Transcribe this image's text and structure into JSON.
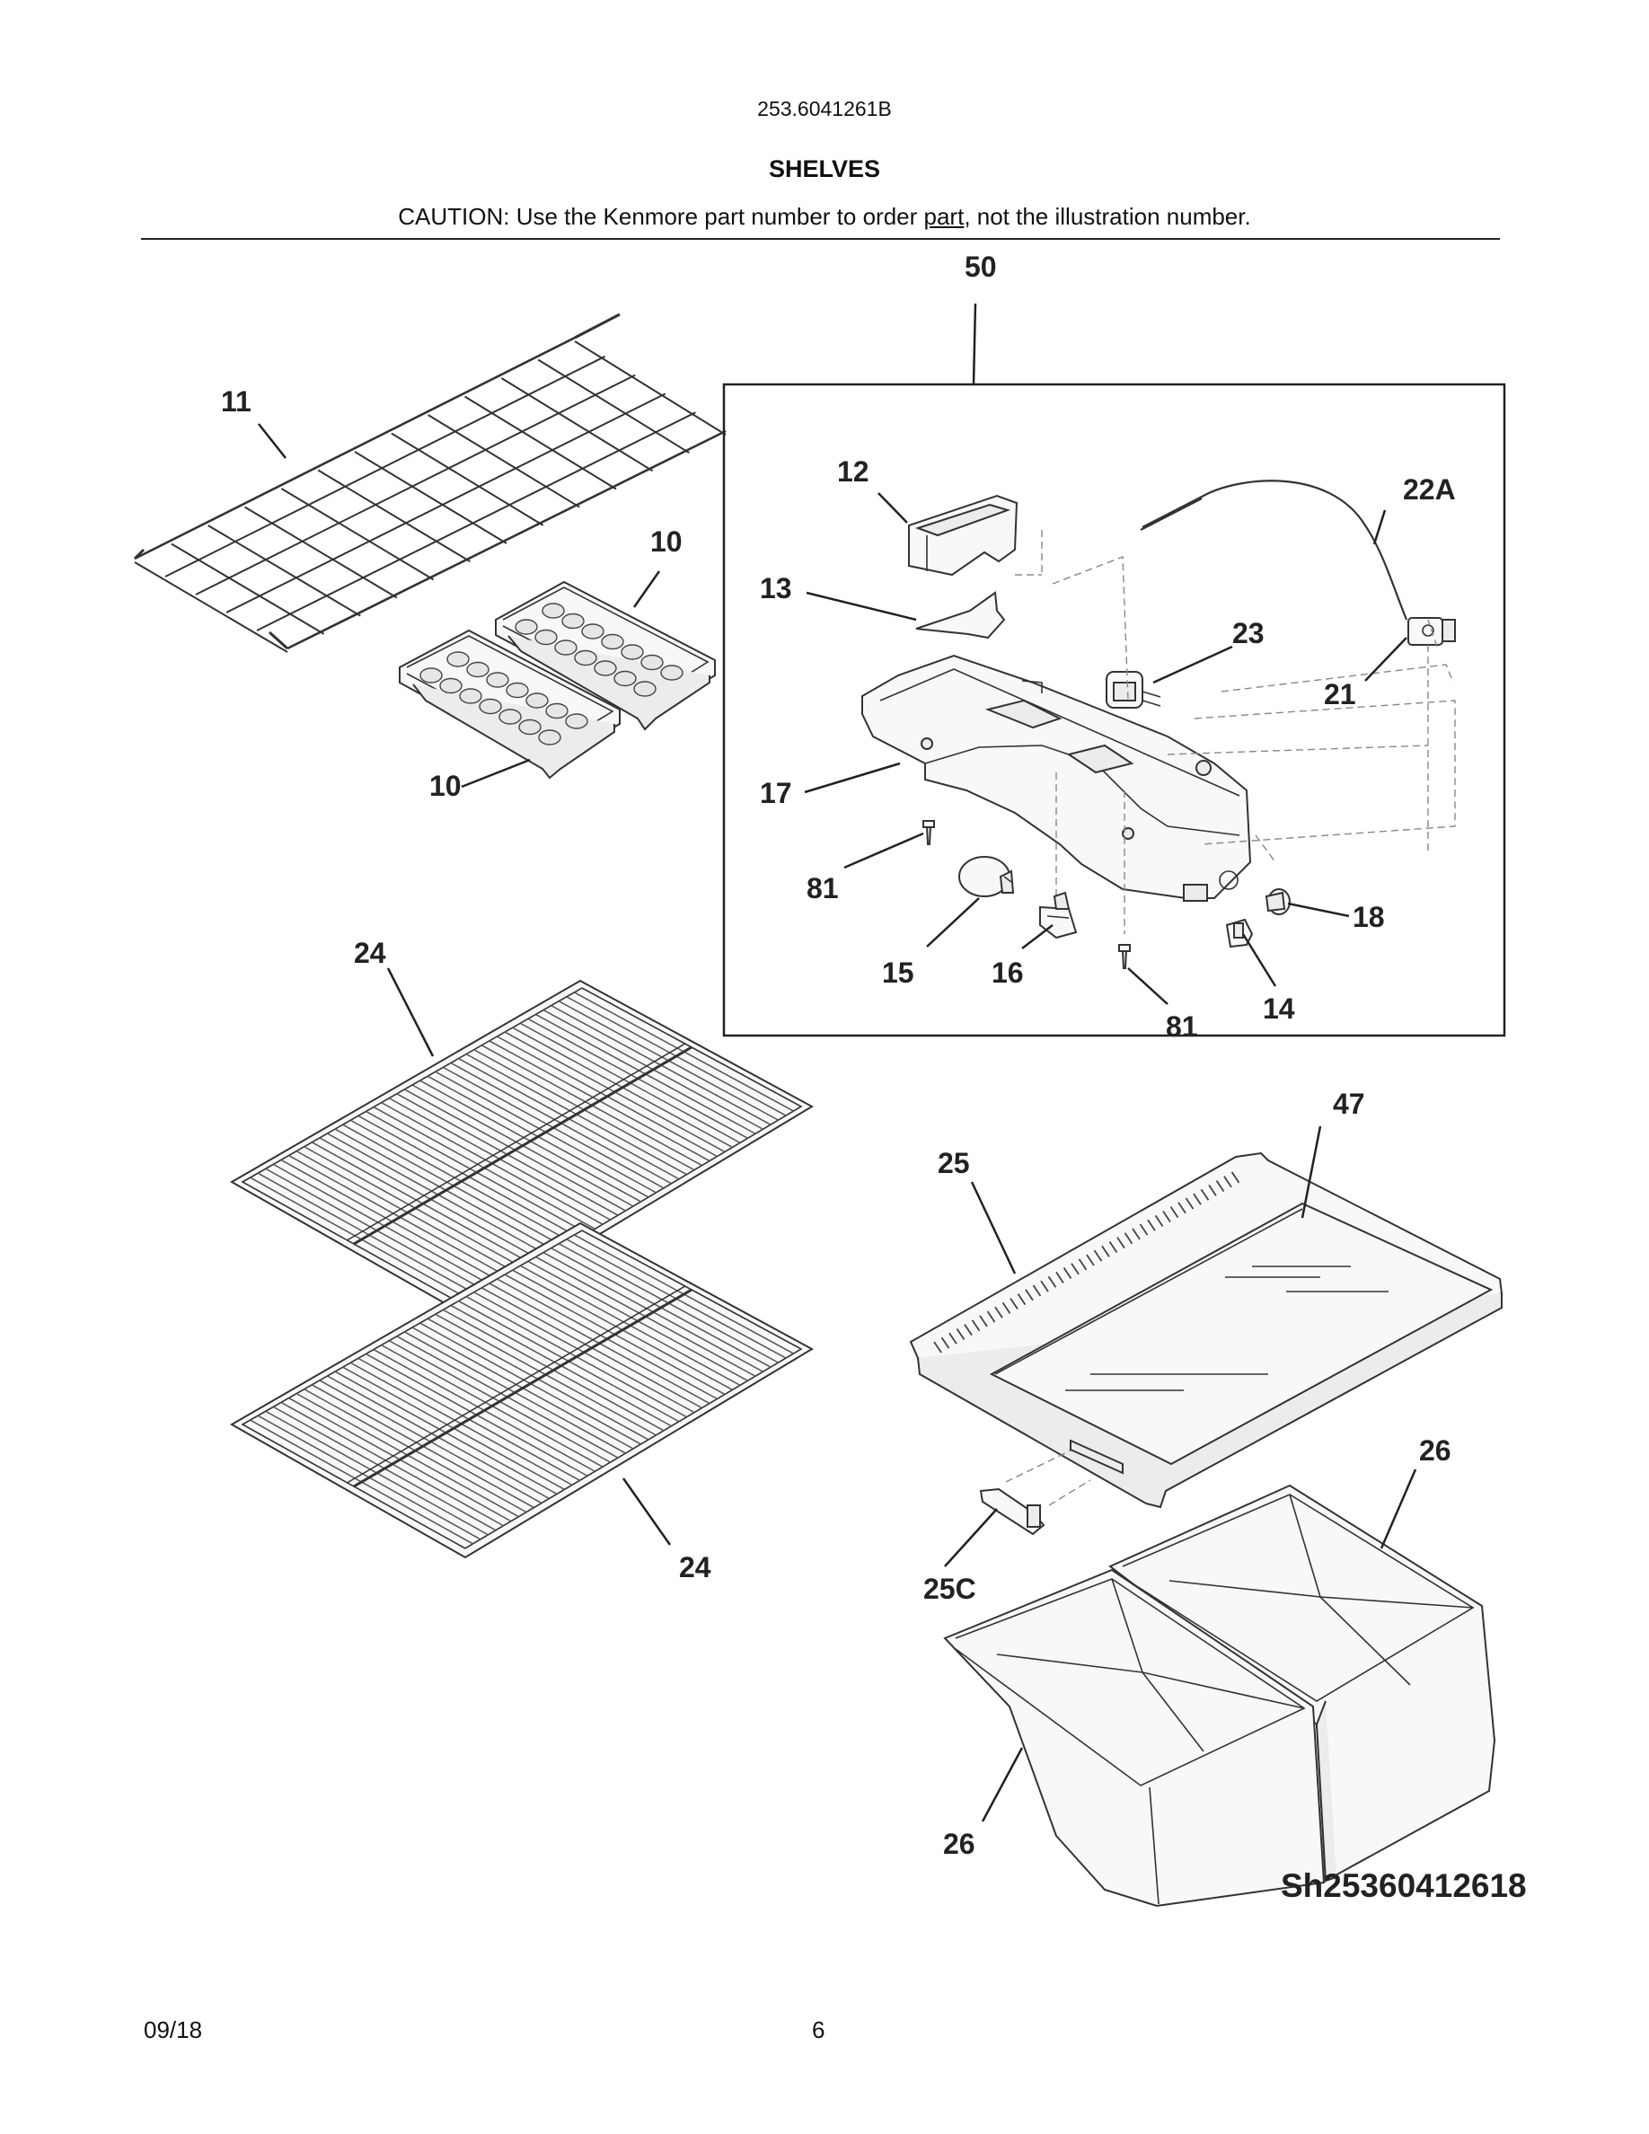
{
  "header": {
    "model_number": "253.6041261B",
    "section_title": "SHELVES",
    "caution_prefix": "CAUTION: Use the Kenmore part number to order ",
    "caution_underlined": "part",
    "caution_suffix": ", not the illustration number."
  },
  "diagram": {
    "callouts": {
      "c50": "50",
      "c11": "11",
      "c10a": "10",
      "c10b": "10",
      "c12": "12",
      "c13": "13",
      "c22A": "22A",
      "c23": "23",
      "c21": "21",
      "c17": "17",
      "c81a": "81",
      "c81b": "81",
      "c18": "18",
      "c15": "15",
      "c16": "16",
      "c14": "14",
      "c24a": "24",
      "c24b": "24",
      "c47": "47",
      "c25": "25",
      "c26a": "26",
      "c26b": "26",
      "c25C": "25C"
    },
    "drawing_code": "Sh25360412618"
  },
  "footer": {
    "date": "09/18",
    "page": "6"
  }
}
